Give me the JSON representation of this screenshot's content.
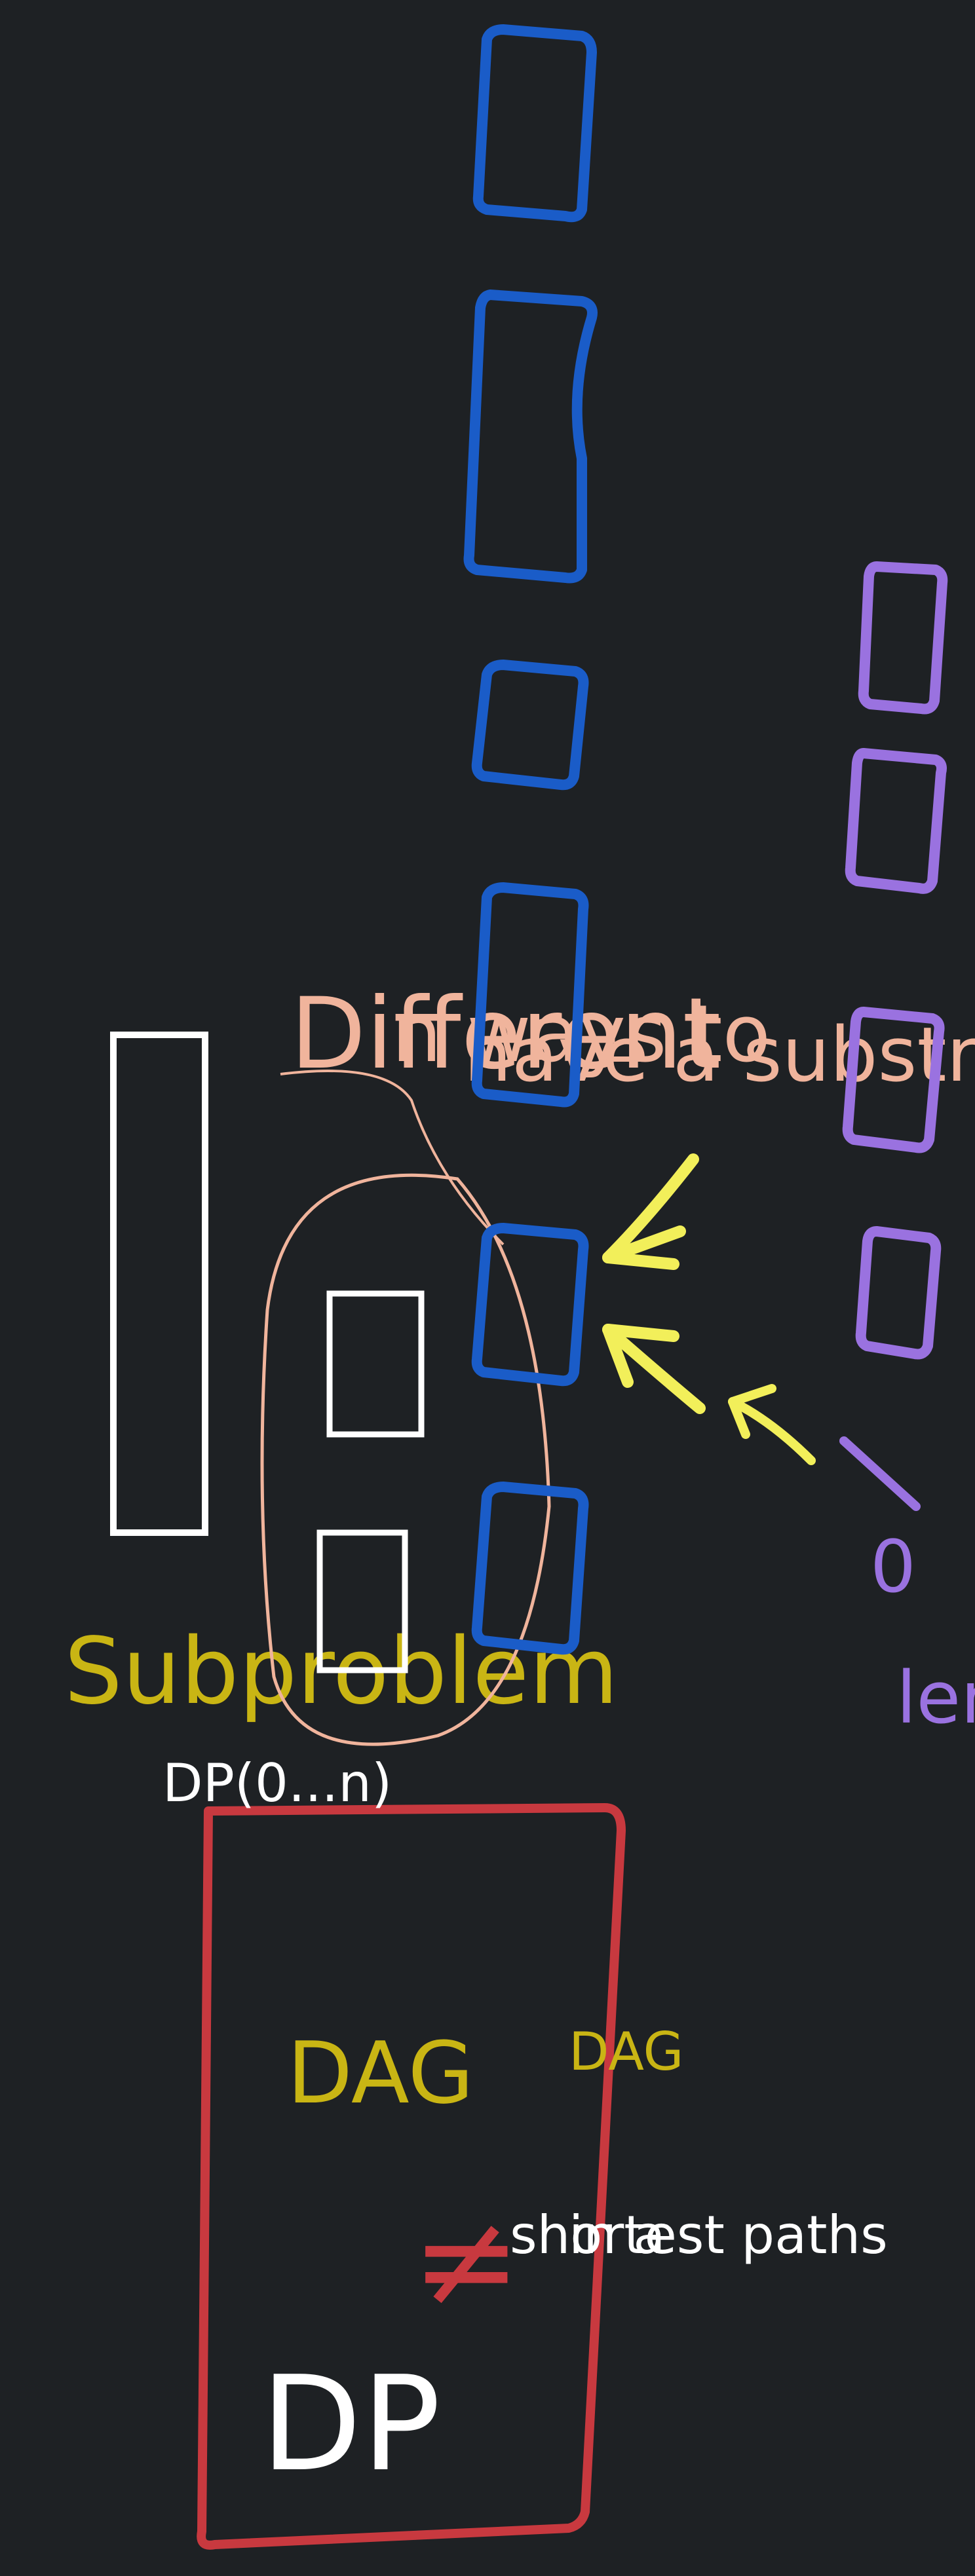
{
  "colors": {
    "background": "#1e2124",
    "yellow_title": "#c9b514",
    "red_box": "#c8393f",
    "white": "#ffffff",
    "peach": "#f0b49c",
    "blue": "#1a5cc8",
    "purple": "#9a72e0",
    "bright_yellow": "#f2ef5a"
  },
  "title": {
    "line1": "Subproblem",
    "line2": "DAG"
  },
  "note": {
    "prefix": "DP",
    "symbol": "≠",
    "line1": "shortest paths",
    "line2_prefix": "in a",
    "line2_highlight": "DAG"
  },
  "dp_label": "DP(0...n)",
  "annotation": {
    "line1": "Different",
    "line2": "n ways to",
    "line3": "have a substring"
  },
  "len_label": {
    "text": "len",
    "zero": "0"
  }
}
